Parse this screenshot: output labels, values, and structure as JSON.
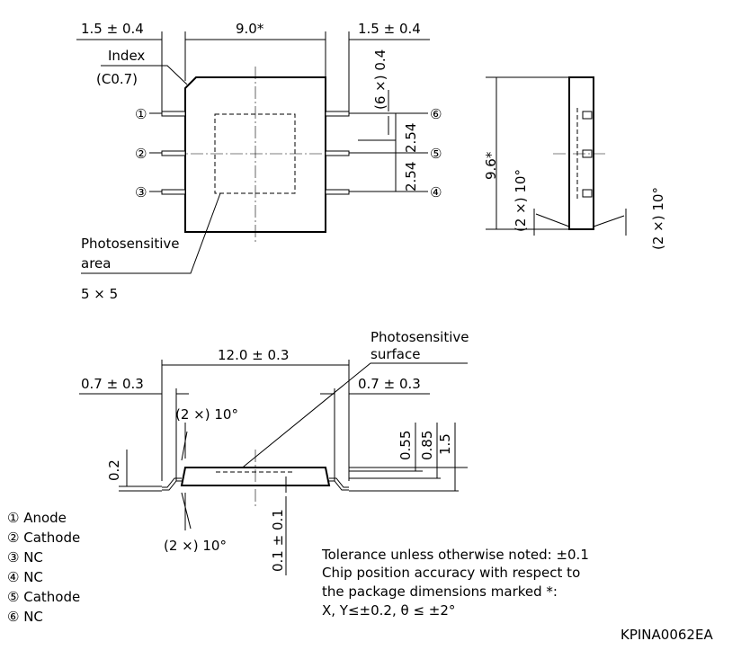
{
  "top_view": {
    "dim_left_pin": "1.5 ± 0.4",
    "dim_width": "9.0*",
    "dim_right_pin": "1.5 ± 0.4",
    "index_label": "Index",
    "index_chamfer": "(C0.7)",
    "dim_pin_width": "(6 ×) 0.4",
    "dim_pitch_1": "2.54",
    "dim_pitch_2": "2.54",
    "pin_numbers": [
      "①",
      "②",
      "③",
      "④",
      "⑤",
      "⑥"
    ],
    "photosensitive_label_1": "Photosensitive",
    "photosensitive_label_2": "area",
    "photosensitive_size": "5 × 5"
  },
  "side_view": {
    "dim_height": "9.6*",
    "angle_left": "(2 ×) 10°",
    "angle_right": "(2 ×) 10°"
  },
  "front_view": {
    "surface_label_1": "Photosensitive",
    "surface_label_2": "surface",
    "dim_length": "12.0 ± 0.3",
    "dim_left": "0.7 ± 0.3",
    "dim_right": "0.7 ± 0.3",
    "angle_top": "(2 ×) 10°",
    "angle_bottom": "(2 ×) 10°",
    "dim_lead": "0.2",
    "dim_surface": "0.55",
    "dim_body": "0.85",
    "dim_total": "1.5",
    "dim_standoff": "0.1 ± 0.1"
  },
  "legend": [
    "① Anode",
    "② Cathode",
    "③ NC",
    "④ NC",
    "⑤ Cathode",
    "⑥ NC"
  ],
  "notes": [
    "Tolerance unless otherwise noted: ±0.1",
    "Chip position accuracy with respect to",
    "the package dimensions marked *:",
    "X, Y≤±0.2, θ ≤ ±2°"
  ],
  "drawing_code": "KPINA0062EA"
}
